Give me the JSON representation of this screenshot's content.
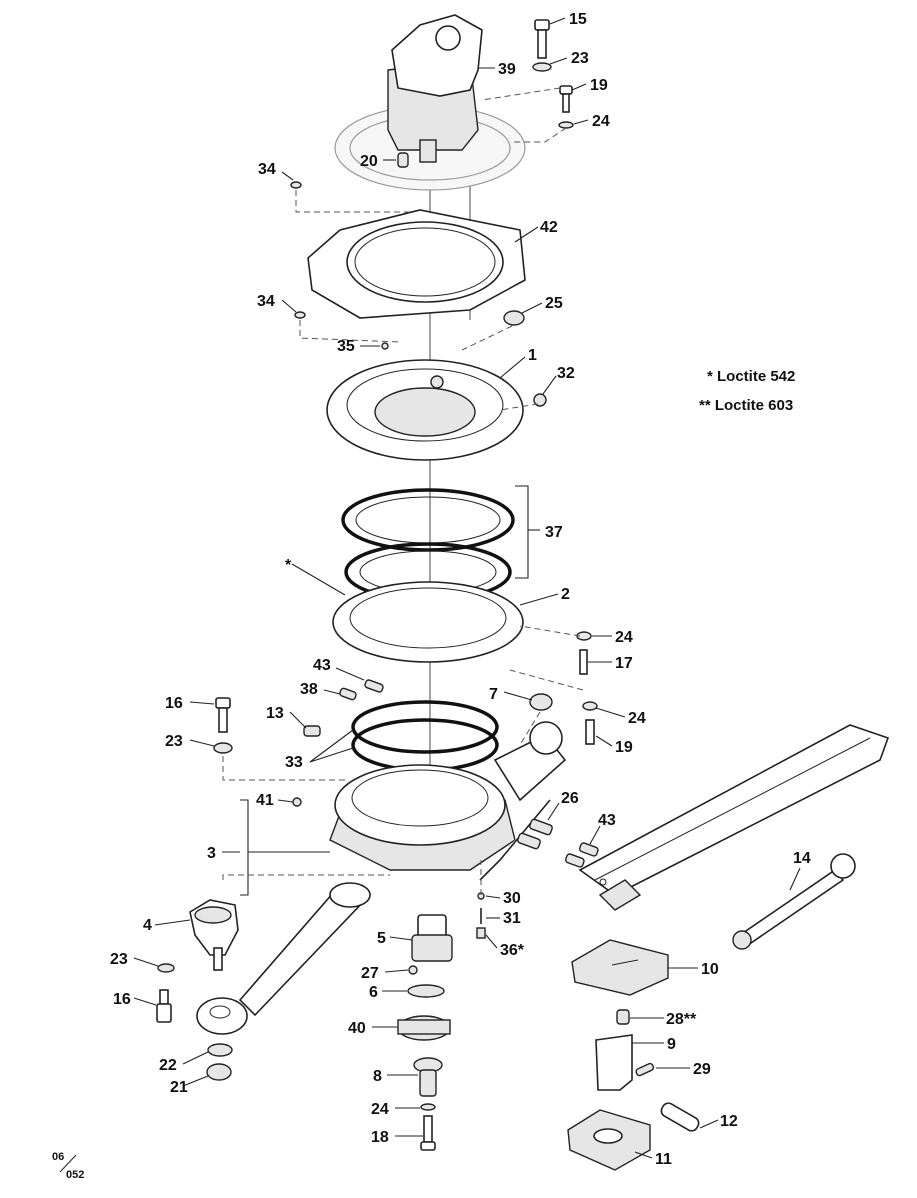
{
  "notes": [
    {
      "text": "* Loctite 542"
    },
    {
      "text": "** Loctite 603"
    }
  ],
  "drawing_code": {
    "line1": "06",
    "line2": "052"
  },
  "callouts": {
    "c15": "15",
    "c23a": "23",
    "c39": "39",
    "c19a": "19",
    "c24a": "24",
    "c20": "20",
    "c34a": "34",
    "c42": "42",
    "c34b": "34",
    "c25": "25",
    "c35": "35",
    "c1": "1",
    "c32": "32",
    "c37": "37",
    "star": "*",
    "c2": "2",
    "c24b": "24",
    "c17": "17",
    "c43a": "43",
    "c38": "38",
    "c7": "7",
    "c24c": "24",
    "c16a": "16",
    "c13": "13",
    "c23b": "23",
    "c19b": "19",
    "c33": "33",
    "c41": "41",
    "c26": "26",
    "c43b": "43",
    "c3": "3",
    "c14": "14",
    "c30": "30",
    "c31": "31",
    "c4": "4",
    "c5": "5",
    "c36": "36*",
    "c10": "10",
    "c23c": "23",
    "c27": "27",
    "c6": "6",
    "c16b": "16",
    "c40": "40",
    "c28": "28**",
    "c9": "9",
    "c22": "22",
    "c21": "21",
    "c8": "8",
    "c29": "29",
    "c24d": "24",
    "c12": "12",
    "c18": "18",
    "c11": "11"
  }
}
